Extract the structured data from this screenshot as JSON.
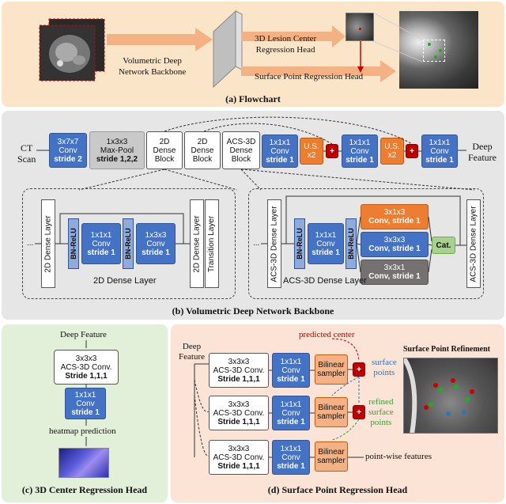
{
  "flowchart": {
    "caption": "(a) Flowchart",
    "backbone_label": "Volumetric Deep\nNetwork Backbone",
    "center_head_label": "3D Lesion Center\nRegression Head",
    "surface_head_label": "Surface Point Regression Head"
  },
  "backbone": {
    "caption": "(b) Volumetric Deep Network Backbone",
    "input": "CT\nScan",
    "output": "Deep\nFeature",
    "blocks": [
      {
        "l1": "3x7x7",
        "l2": "Conv",
        "l3": "stride 2"
      },
      {
        "l1": "1x3x3",
        "l2": "Max-Pool",
        "l3": "stride 1,2,2"
      },
      {
        "l1": "2D",
        "l2": "Dense",
        "l3": "Block"
      },
      {
        "l1": "2D",
        "l2": "Dense",
        "l3": "Block"
      },
      {
        "l1": "ACS-3D",
        "l2": "Dense",
        "l3": "Block"
      },
      {
        "l1": "1x1x1",
        "l2": "Conv",
        "l3": "stride 1"
      },
      {
        "l1": "1x1x1",
        "l2": "Conv",
        "l3": "stride 1"
      },
      {
        "l1": "1x1x1",
        "l2": "Conv",
        "l3": "stride 1"
      }
    ],
    "upsample": "U.S.\nx2",
    "plus": "+",
    "dense2d": {
      "ellipsis": "...",
      "layer_left": "2D Dense Layer",
      "bnrelu": "BN-ReLU",
      "conv1": {
        "l1": "1x1x1",
        "l2": "Conv",
        "l3": "stride 1"
      },
      "conv2": {
        "l1": "1x3x3",
        "l2": "Conv",
        "l3": "stride 1"
      },
      "label": "2D Dense Layer",
      "layer_right": "2D Dense Layer",
      "transition": "Transition Layer"
    },
    "acs3d": {
      "ellipsis": "...",
      "layer_left": "ACS-3D Dense Layer",
      "bnrelu": "BN-ReLU",
      "conv1": {
        "l1": "1x1x1",
        "l2": "Conv",
        "l3": "stride 1"
      },
      "convs": [
        {
          "l1": "3x1x3",
          "l2": "Conv, stride 1"
        },
        {
          "l1": "3x3x3",
          "l2": "Conv, stride 1"
        },
        {
          "l1": "3x3x1",
          "l2": "Conv, stride 1"
        }
      ],
      "cat": "Cat.",
      "label": "ACS-3D Dense Layer",
      "layer_right": "ACS-3D Dense Layer"
    }
  },
  "center_head": {
    "caption": "(c) 3D Center Regression Head",
    "input": "Deep Feature",
    "acs": {
      "l1": "3x3x3",
      "l2": "ACS-3D Conv.",
      "l3": "Stride 1,1,1"
    },
    "conv": {
      "l1": "1x1x1",
      "l2": "Conv",
      "l3": "stride 1"
    },
    "output": "heatmap prediction"
  },
  "surface_head": {
    "caption": "(d) Surface Point Regression Head",
    "input": "Deep\nFeature",
    "acs": {
      "l1": "3x3x3",
      "l2": "ACS-3D Conv.",
      "l3": "Stride 1,1,1"
    },
    "conv": {
      "l1": "1x1x1",
      "l2": "Conv",
      "l3": "stride 1"
    },
    "sampler": "Bilinear\nsampler",
    "predicted_center": "predicted center",
    "surface_points": "surface\npoints",
    "refined_points": "refined\nsurface\npoints",
    "pointwise": "point-wise features",
    "refinement_title": "Surface Point Refinement"
  },
  "colors": {
    "panel_a": "#fbe5c8",
    "panel_b": "#e7e6e6",
    "panel_c": "#e2efd9",
    "panel_d": "#fbe4d5",
    "conv_blue": "#4472c4",
    "accent_orange": "#ed7d31",
    "plus_red": "#c00000"
  }
}
